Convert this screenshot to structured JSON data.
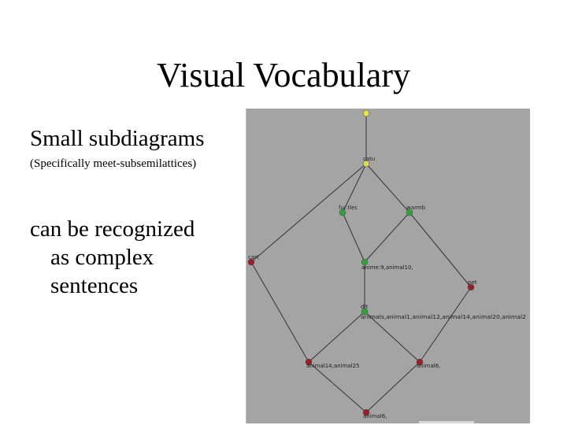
{
  "slide": {
    "title": "Visual Vocabulary",
    "bullet_main": "Small subdiagrams",
    "bullet_sub": "(Specifically meet-subsemilattices)",
    "bullet_body_lines": [
      "can be recognized",
      "as complex",
      "sentences"
    ]
  },
  "lattice": {
    "background": "#a4a4a4",
    "edge_color": "#333333",
    "node_colors": {
      "top": "#e8e14a",
      "attribute_yellow": "#d8d85a",
      "green": "#2fa33a",
      "red": "#9a1d2a"
    },
    "nodes": [
      {
        "id": "top",
        "label": "",
        "color": "top"
      },
      {
        "id": "n1",
        "label": "catu",
        "color": "attribute_yellow"
      },
      {
        "id": "n2",
        "label": "fur.tlec",
        "color": "green"
      },
      {
        "id": "n3",
        "label": "warmb",
        "color": "green"
      },
      {
        "id": "n4",
        "label": "cart",
        "color": "red"
      },
      {
        "id": "n5",
        "label": "anime:9,animal10,",
        "color": "green"
      },
      {
        "id": "n6",
        "label": "pet",
        "color": "red"
      },
      {
        "id": "n7a",
        "label": "dit",
        "color": "green"
      },
      {
        "id": "n7b",
        "label": "animals,animal1,animal12,animal14,animal20,animal2",
        "color": "green"
      },
      {
        "id": "n8",
        "label": "animal14,animal25",
        "color": "red"
      },
      {
        "id": "n9",
        "label": "animal6,",
        "color": "red"
      },
      {
        "id": "n10",
        "label": "animal6,",
        "color": "red"
      }
    ]
  }
}
